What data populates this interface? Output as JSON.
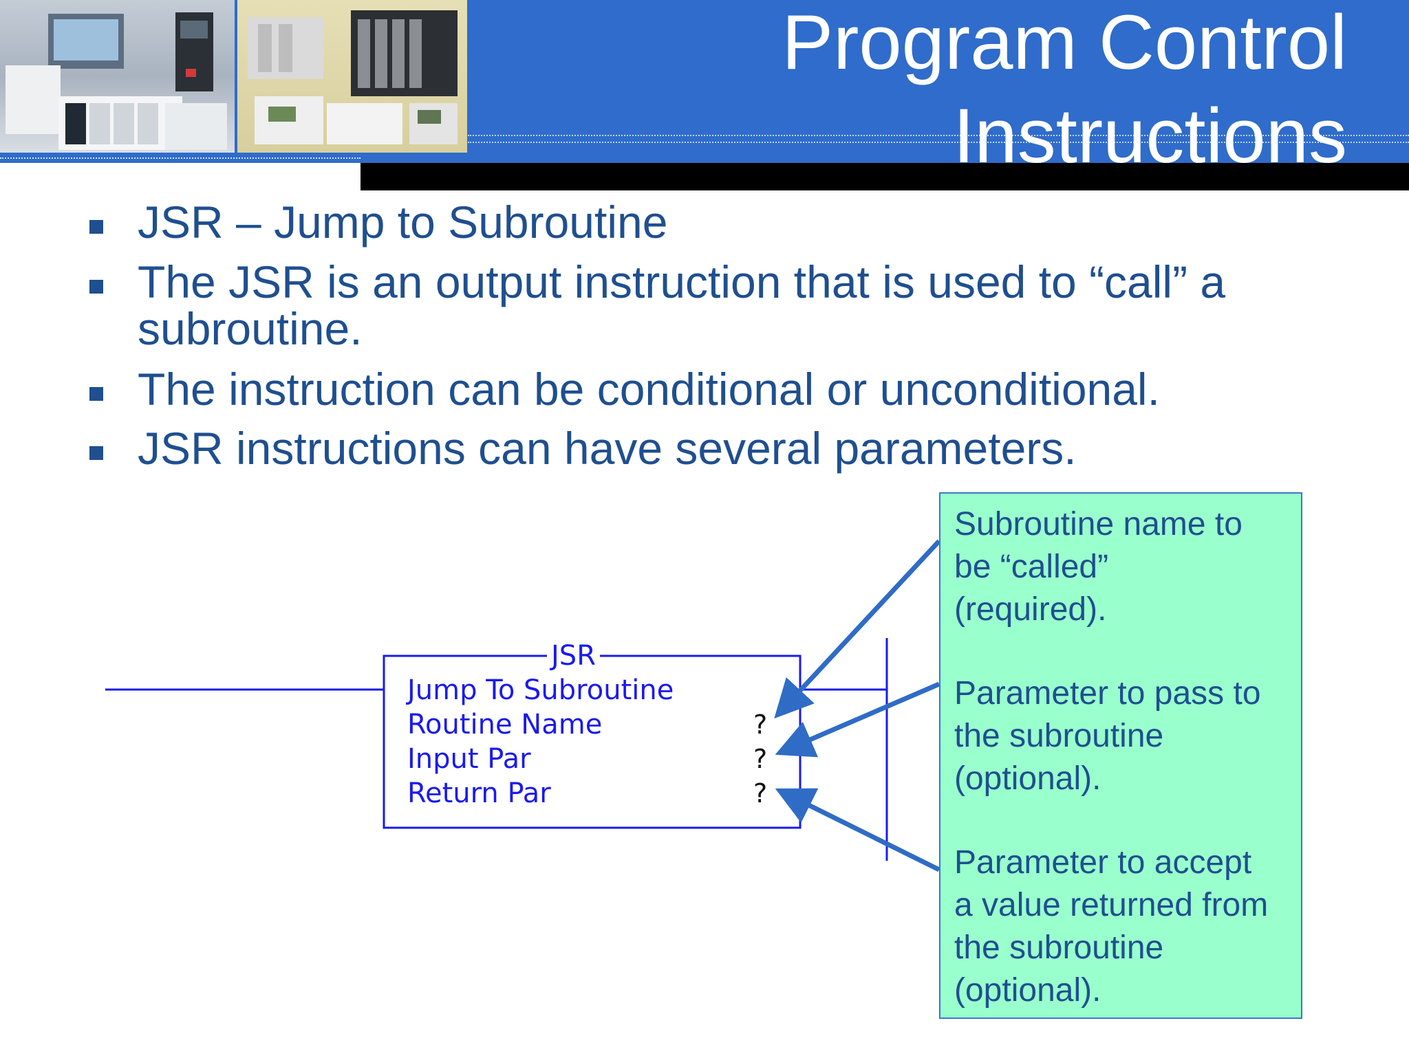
{
  "title": {
    "line1": "Program Control",
    "line2": "Instructions"
  },
  "bullets": [
    "JSR – Jump to Subroutine",
    "The JSR is an output instruction that is used to “call” a subroutine.",
    "The instruction can be conditional or unconditional.",
    "JSR instructions can have several parameters."
  ],
  "jsr_block": {
    "header": "JSR",
    "description": "Jump To Subroutine",
    "params": [
      {
        "label": "Routine Name",
        "value": "?"
      },
      {
        "label": "Input Par",
        "value": "?"
      },
      {
        "label": "Return Par",
        "value": "?"
      }
    ]
  },
  "callouts": [
    "Subroutine name to\nbe “called”\n(required).",
    "Parameter to pass to\nthe subroutine\n(optional).",
    "Parameter to accept\na value returned from\nthe subroutine\n(optional)."
  ],
  "colors": {
    "header_blue": "#2f6ccb",
    "text_blue": "#1f4f8f",
    "instruction_blue": "#1a1aee",
    "callout_green": "#99ffcc",
    "arrow_blue": "#2f6cc6"
  }
}
